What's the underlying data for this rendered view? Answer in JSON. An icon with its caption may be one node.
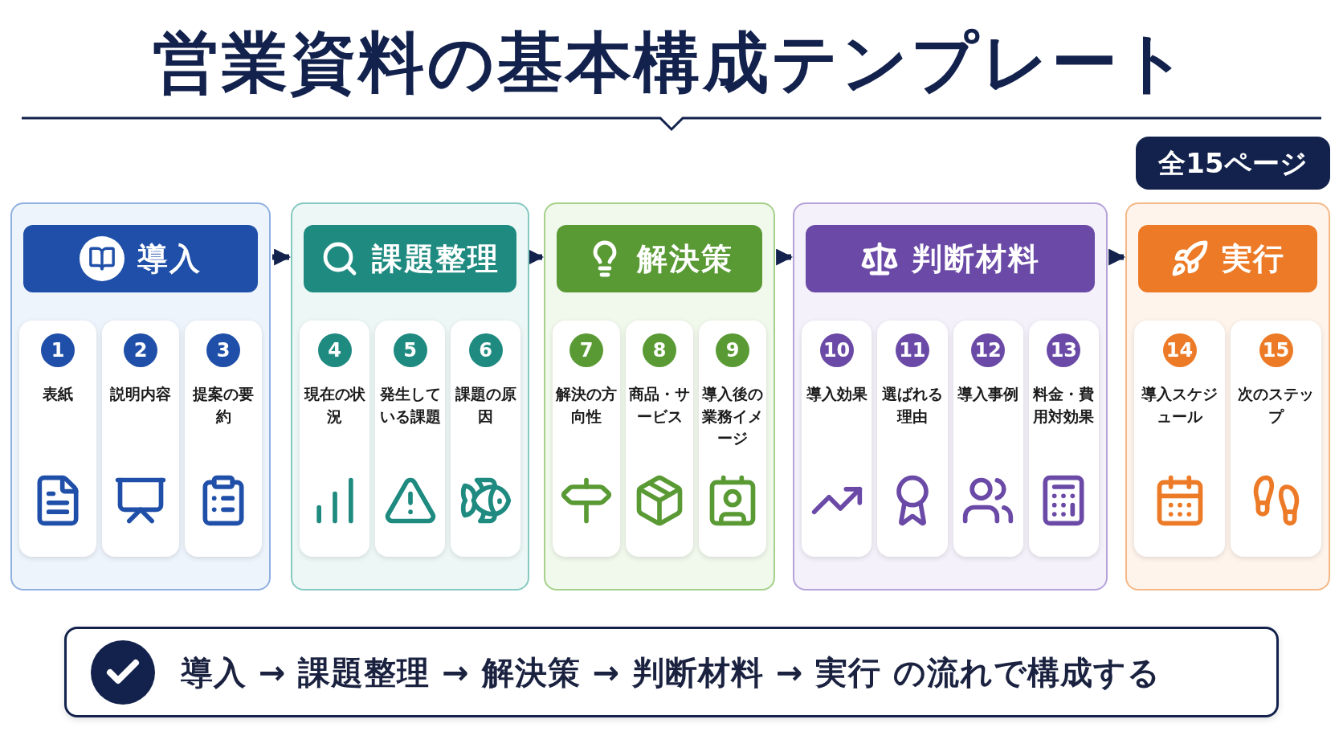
{
  "diagram": {
    "title": "営業資料の基本構成テンプレート",
    "nodes": [
      {
        "text": [
          "全15ページ"
        ]
      },
      {
        "text": [
          "導入"
        ]
      },
      {
        "text": [
          "1",
          "表紙"
        ],
        "in": 1
      },
      {
        "text": [
          "2",
          "説明内容"
        ],
        "in": 1
      },
      {
        "text": [
          "3",
          "提案の要約"
        ],
        "in": 1
      },
      {
        "text": [
          "課題整理"
        ]
      },
      {
        "text": [
          "4",
          "現在の状況"
        ],
        "in": 5
      },
      {
        "text": [
          "5",
          "発生している課題"
        ],
        "in": 5
      },
      {
        "text": [
          "6",
          "課題の原因"
        ],
        "in": 5
      },
      {
        "text": [
          "解決策"
        ]
      },
      {
        "text": [
          "7",
          "解決の方向性"
        ],
        "in": 9
      },
      {
        "text": [
          "8",
          "商品・サービス"
        ],
        "in": 9
      },
      {
        "text": [
          "9",
          "導入後の業務イメージ"
        ],
        "in": 9
      },
      {
        "text": [
          "判断材料"
        ]
      },
      {
        "text": [
          "10",
          "導入効果"
        ],
        "in": 13
      },
      {
        "text": [
          "11",
          "選ばれる理由"
        ],
        "in": 13
      },
      {
        "text": [
          "12",
          "導入事例"
        ],
        "in": 13
      },
      {
        "text": [
          "13",
          "料金・費用対効果"
        ],
        "in": 13
      },
      {
        "text": [
          "実行"
        ]
      },
      {
        "text": [
          "14",
          "導入スケジュール"
        ],
        "in": 18
      },
      {
        "text": [
          "15",
          "次のステップ"
        ],
        "in": 18
      },
      {
        "text": [
          "導入 → 課題整理 → 解決策 → 判断材料 → 実行 の流れで構成する"
        ]
      }
    ],
    "edges": [
      {
        "from": 1,
        "to": 5,
        "arrow": "to"
      },
      {
        "from": 5,
        "to": 9,
        "arrow": "to"
      },
      {
        "from": 9,
        "to": 13,
        "arrow": "to"
      },
      {
        "from": 13,
        "to": 18,
        "arrow": "to"
      }
    ]
  }
}
